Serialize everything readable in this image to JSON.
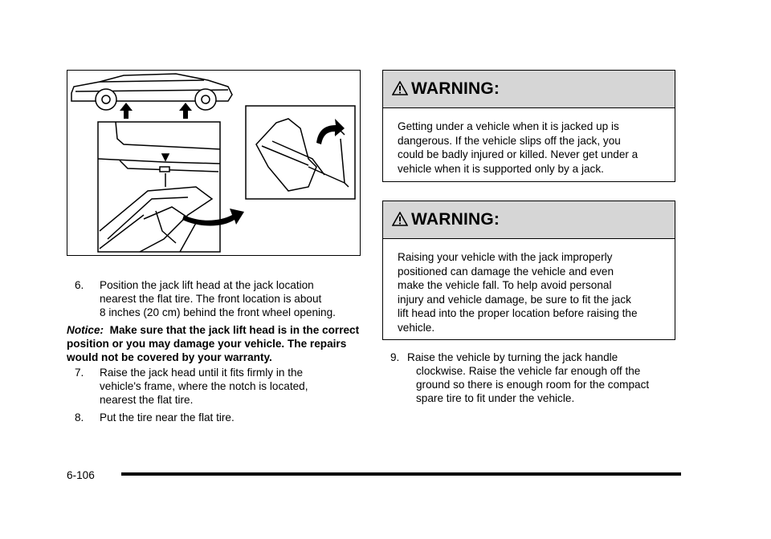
{
  "left": {
    "step6": {
      "num": "6.",
      "lines": [
        "Position the jack lift head at the jack location",
        "nearest the flat tire. The front location is about",
        "8 inches (20 cm) behind the front wheel opening."
      ]
    },
    "notice": {
      "label": "Notice:",
      "text": "Make sure that the jack lift head is in the correct position or you may damage your vehicle. The repairs would not be covered by your warranty."
    },
    "step7": {
      "num": "7.",
      "lines": [
        "Raise the jack head until it fits firmly in the",
        "vehicle's frame, where the notch is located,",
        "nearest the flat tire."
      ]
    },
    "step8": {
      "num": "8.",
      "lines": [
        "Put the tire near the flat tire."
      ]
    }
  },
  "right": {
    "warning1": {
      "title": "WARNING:",
      "lines": [
        "Getting under a vehicle when it is jacked up is",
        "dangerous. If the vehicle slips off the jack, you",
        "could be badly injured or killed. Never get under a",
        "vehicle when it is supported only by a jack."
      ]
    },
    "warning2": {
      "title": "WARNING:",
      "lines": [
        "Raising your vehicle with the jack improperly",
        "positioned can damage the vehicle and even",
        "make the vehicle fall. To help avoid personal",
        "injury and vehicle damage, be sure to fit the jack",
        "lift head into the proper location before raising the",
        "vehicle."
      ]
    },
    "step9": {
      "num": "9.",
      "lines": [
        "Raise the vehicle by turning the jack handle",
        "clockwise. Raise the vehicle far enough off the",
        "ground so there is enough room for the compact",
        "spare tire to fit under the vehicle."
      ]
    }
  },
  "footer": {
    "page_number": "6-106"
  }
}
